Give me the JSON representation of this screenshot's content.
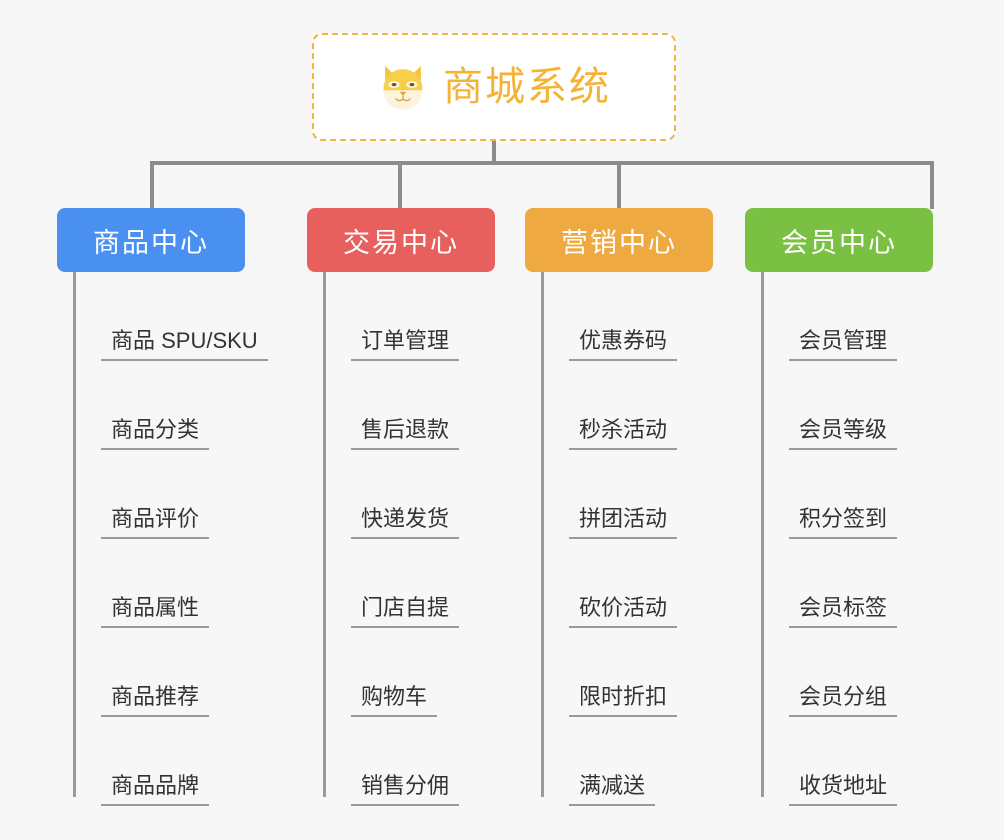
{
  "diagram": {
    "type": "mind-map",
    "title": "商城系统",
    "background_color": "#f7f7f7",
    "root": {
      "label": "商城系统",
      "icon": "dog-face-emoji",
      "text_color": "#f5b335",
      "border_color": "#f2b544",
      "border_style": "dashed",
      "background_color": "#ffffff"
    },
    "connector_color": "#8c8c8c",
    "branches": [
      {
        "label": "商品中心",
        "color": "#4a90f0",
        "items": [
          "商品 SPU/SKU",
          "商品分类",
          "商品评价",
          "商品属性",
          "商品推荐",
          "商品品牌"
        ]
      },
      {
        "label": "交易中心",
        "color": "#e8605d",
        "items": [
          "订单管理",
          "售后退款",
          "快递发货",
          "门店自提",
          "购物车",
          "销售分佣"
        ]
      },
      {
        "label": "营销中心",
        "color": "#eeaa41",
        "items": [
          "优惠券码",
          "秒杀活动",
          "拼团活动",
          "砍价活动",
          "限时折扣",
          "满减送"
        ]
      },
      {
        "label": "会员中心",
        "color": "#7ac143",
        "items": [
          "会员管理",
          "会员等级",
          "积分签到",
          "会员标签",
          "会员分组",
          "收货地址"
        ]
      }
    ]
  }
}
